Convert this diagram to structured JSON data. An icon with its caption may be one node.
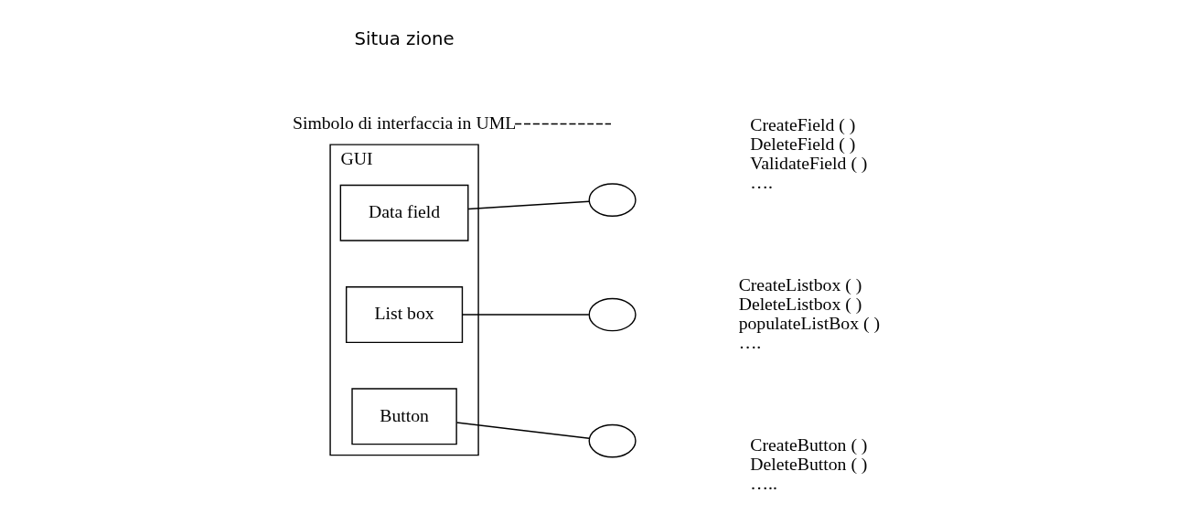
{
  "diagram": {
    "nodes": [
      {
        "text": [
          "GUI"
        ]
      },
      {
        "text": [
          "Data field"
        ],
        "in": 0
      },
      {
        "text": [
          "List box"
        ],
        "in": 0
      },
      {
        "text": [
          "Button"
        ],
        "in": 0
      },
      {
        "text": [],
        "shape": "circle",
        "beside": [
          "CreateField ( )",
          "DeleteField ( )",
          "ValidateField ( )",
          "…."
        ]
      },
      {
        "text": [],
        "shape": "circle",
        "beside": [
          "CreateListbox ( )",
          "DeleteListbox ( )",
          "populateListBox ( )",
          "…."
        ]
      },
      {
        "text": [],
        "shape": "circle",
        "beside": [
          "CreateButton ( )",
          "DeleteButton ( )",
          "….."
        ]
      },
      {
        "text": [
          "Simbolo di interfaccia in UML"
        ]
      }
    ],
    "edges": [
      {
        "from": 1,
        "to": 4,
        "arrow": "none"
      },
      {
        "from": 2,
        "to": 5,
        "arrow": "none"
      },
      {
        "from": 3,
        "to": 6,
        "arrow": "none"
      },
      {
        "from": 7,
        "to": null,
        "arrow": "none",
        "style": "dashed"
      }
    ],
    "labels": [
      "Situa zione"
    ]
  }
}
